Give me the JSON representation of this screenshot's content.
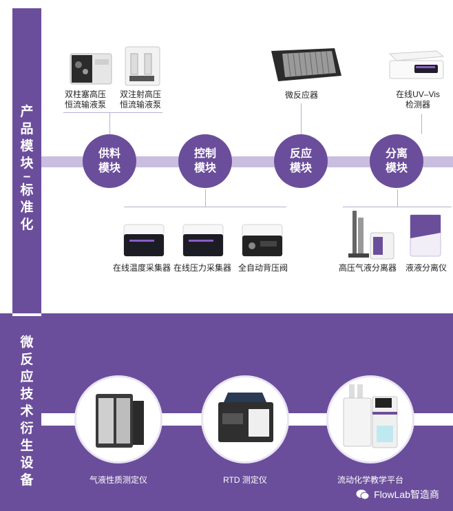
{
  "side": {
    "top_label": [
      "产",
      "品",
      "模",
      "块",
      "–",
      "标",
      "准",
      "化"
    ],
    "bottom_label": [
      "微",
      "反",
      "应",
      "技",
      "术",
      "衍",
      "生",
      "设",
      "备"
    ]
  },
  "modules": [
    {
      "line1": "供料",
      "line2": "模块"
    },
    {
      "line1": "控制",
      "line2": "模块"
    },
    {
      "line1": "反应",
      "line2": "模块"
    },
    {
      "line1": "分离",
      "line2": "模块"
    }
  ],
  "top_products": [
    {
      "line1": "双柱塞高压",
      "line2": "恒流输液泵"
    },
    {
      "line1": "双注射高压",
      "line2": "恒流输液泵"
    },
    {
      "line1": "微反应器",
      "line2": ""
    },
    {
      "line1": "在线UV–Vis",
      "line2": "检测器"
    }
  ],
  "control_products": [
    {
      "label": "在线温度采集器"
    },
    {
      "label": "在线压力采集器"
    },
    {
      "label": "全自动背压阀"
    }
  ],
  "separation_products": [
    {
      "label": "高压气液分离器"
    },
    {
      "label": "液液分离仪"
    }
  ],
  "derived_devices": [
    {
      "label": "气液性质测定仪"
    },
    {
      "label": "RTD 测定仪"
    },
    {
      "label": "流动化学教学平台"
    }
  ],
  "watermark": {
    "text": "FlowLab智造商"
  },
  "colors": {
    "brand": "#6b4e9b",
    "light": "#c9bee0"
  }
}
